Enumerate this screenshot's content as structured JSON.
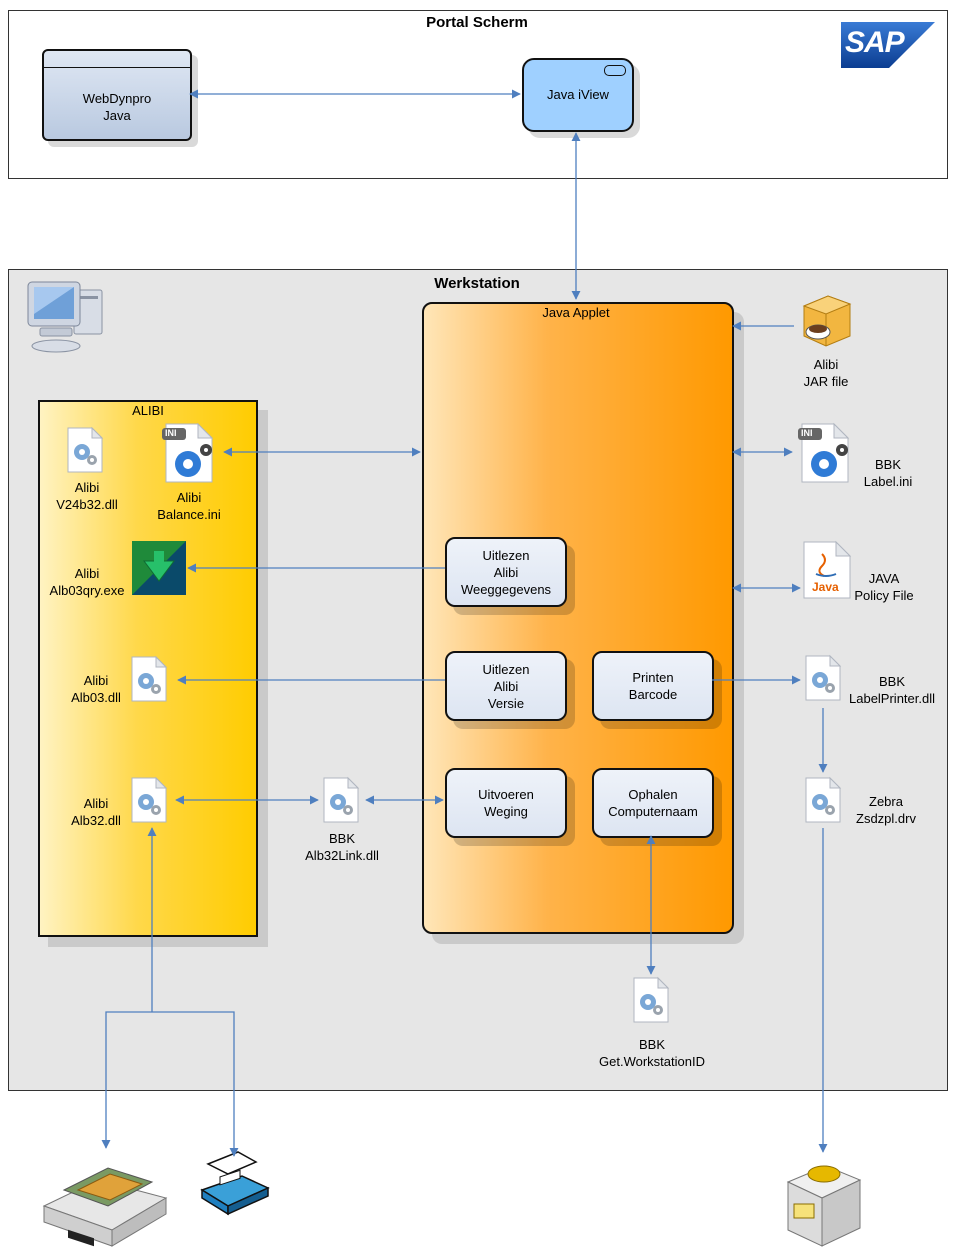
{
  "portal": {
    "title": "Portal Scherm",
    "logo": "SAP"
  },
  "webdynpro": {
    "label": "WebDynpro\nJava"
  },
  "iview": {
    "label": "Java iView"
  },
  "werkstation": {
    "title": "Werkstation"
  },
  "alibi": {
    "title": "ALIBI"
  },
  "applet": {
    "title": "Java Applet"
  },
  "files": {
    "v24b32": "Alibi\nV24b32.dll",
    "balance": "Alibi\nBalance.ini",
    "alb03qry": "Alibi\nAlb03qry.exe",
    "alb03": "Alibi\nAlb03.dll",
    "alb32": "Alibi\nAlb32.dll",
    "alb32link": "BBK\nAlb32Link.dll",
    "jar": "Alibi\nJAR file",
    "labelini": "BBK\nLabel.ini",
    "policy": "JAVA\nPolicy File",
    "labelprinter": "BBK\nLabelPrinter.dll",
    "zebra": "Zebra\nZsdzpl.drv",
    "workstationid": "BBK\nGet.WorkstationID"
  },
  "nodes": {
    "weeg": "Uitlezen\nAlibi\nWeeggegevens",
    "versie": "Uitlezen\nAlibi\nVersie",
    "printen": "Printen\nBarcode",
    "uitvoeren": "Uitvoeren\nWeging",
    "ophalen": "Ophalen\nComputernaam"
  },
  "icons": {
    "ini_badge": "INI",
    "java_badge": "Java"
  },
  "colors": {
    "connector": "#4f7fbf",
    "applet_orange": "#ff9900",
    "alibi_yellow": "#ffcc00",
    "iview_blue": "#99ccff",
    "workstation_bg": "#e6e6e6"
  }
}
